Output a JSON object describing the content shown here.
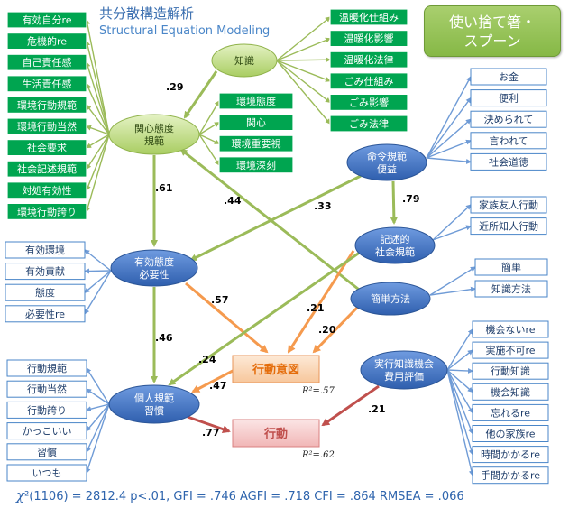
{
  "title_ja": "共分散構造解析",
  "title_en": "Structural Equation Modeling",
  "badge": "使い捨て箸・\nスプーン",
  "fit": {
    "chi_symbol": "χ",
    "text": "²(1106) = 2812.4 p<.01, GFI = .746 AGFI = .718  CFI = .864 RMSEA = .066"
  },
  "colors": {
    "green_fill": "#00a550",
    "green_border": "#2e7d32",
    "blue_border": "#4a86c8",
    "ellipse_fill": "#3f72c2",
    "green_ellipse": "#bed880",
    "green_arrow": "#9bbb59",
    "orange_arrow": "#f59a4e",
    "red_arrow": "#c0504d",
    "path_label": "#000000"
  },
  "latent": {
    "knowledge": "知識",
    "kanshin": "関心態度\n規範",
    "meirei": "命令規範\n便益",
    "kijutsu": "記述的\n社会規範",
    "yuko": "有効態度\n必要性",
    "kantan": "簡単方法",
    "jikko": "実行知識機会\n費用評価",
    "kojin": "個人規範\n習慣",
    "intention": "行動意図",
    "behavior": "行動"
  },
  "indicators": {
    "kanshin": [
      "有効自分re",
      "危機的re",
      "自己責任感",
      "生活責任感",
      "環境行動規範",
      "環境行動当然",
      "社会要求",
      "社会記述規範",
      "対処有効性",
      "環境行動誇り"
    ],
    "knowledge": [
      "温暖化仕組み",
      "温暖化影響",
      "温暖化法律",
      "ごみ仕組み",
      "ごみ影響",
      "ごみ法律"
    ],
    "kanshin_right": [
      "環境態度",
      "関心",
      "環境重要視",
      "環境深刻"
    ],
    "meirei": [
      "お金",
      "便利",
      "決められて",
      "言われて",
      "社会道徳"
    ],
    "kijutsu": [
      "家族友人行動",
      "近所知人行動"
    ],
    "kantan": [
      "簡単",
      "知識方法"
    ],
    "yuko": [
      "有効環境",
      "有効貢献",
      "態度",
      "必要性re"
    ],
    "jikko": [
      "機会ないre",
      "実施不可re",
      "行動知識",
      "機会知識",
      "忘れるre",
      "他の家族re",
      "時間かかるre",
      "手間かかるre"
    ],
    "kojin": [
      "行動規範",
      "行動当然",
      "行動誇り",
      "かっこいい",
      "習慣",
      "いつも"
    ]
  },
  "paths": {
    "p29": ".29",
    "p61": ".61",
    "p44": ".44",
    "p33": ".33",
    "p79": ".79",
    "p57": ".57",
    "p21a": ".21",
    "p20": ".20",
    "p46": ".46",
    "p24": ".24",
    "p47": ".47",
    "p21b": ".21",
    "p77": ".77"
  },
  "r2": {
    "intention": "R²=.57",
    "behavior": "R²=.62"
  }
}
